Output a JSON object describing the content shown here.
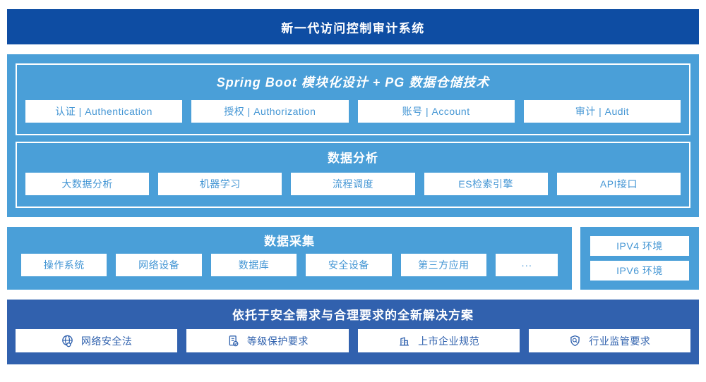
{
  "colors": {
    "banner_bg": "#0e4da3",
    "light_blue": "#4a9fd8",
    "bottom_bg": "#3161ae",
    "item_text": "#4496d4",
    "bottom_item_text": "#2e60ad"
  },
  "banner": {
    "title": "新一代访问控制审计系统"
  },
  "platform": {
    "springboot": {
      "title": "Spring Boot 模块化设计 + PG 数据仓储技术",
      "items": [
        "认证 | Authentication",
        "授权 | Authorization",
        "账号 | Account",
        "审计 | Audit"
      ]
    },
    "analysis": {
      "title": "数据分析",
      "items": [
        "大数据分析",
        "机器学习",
        "流程调度",
        "ES检索引擎",
        "API接口"
      ]
    }
  },
  "collection": {
    "title": "数据采集",
    "items": [
      "操作系统",
      "网络设备",
      "数据库",
      "安全设备",
      "第三方应用",
      "···"
    ]
  },
  "environment": {
    "items": [
      "IPV4 环境",
      "IPV6 环境"
    ]
  },
  "solution": {
    "title": "依托于安全需求与合理要求的全新解决方案",
    "items": [
      {
        "icon": "globe-icon",
        "label": "网络安全法"
      },
      {
        "icon": "document-check-icon",
        "label": "等级保护要求"
      },
      {
        "icon": "building-icon",
        "label": "上市企业规范"
      },
      {
        "icon": "shield-search-icon",
        "label": "行业监管要求"
      }
    ]
  }
}
